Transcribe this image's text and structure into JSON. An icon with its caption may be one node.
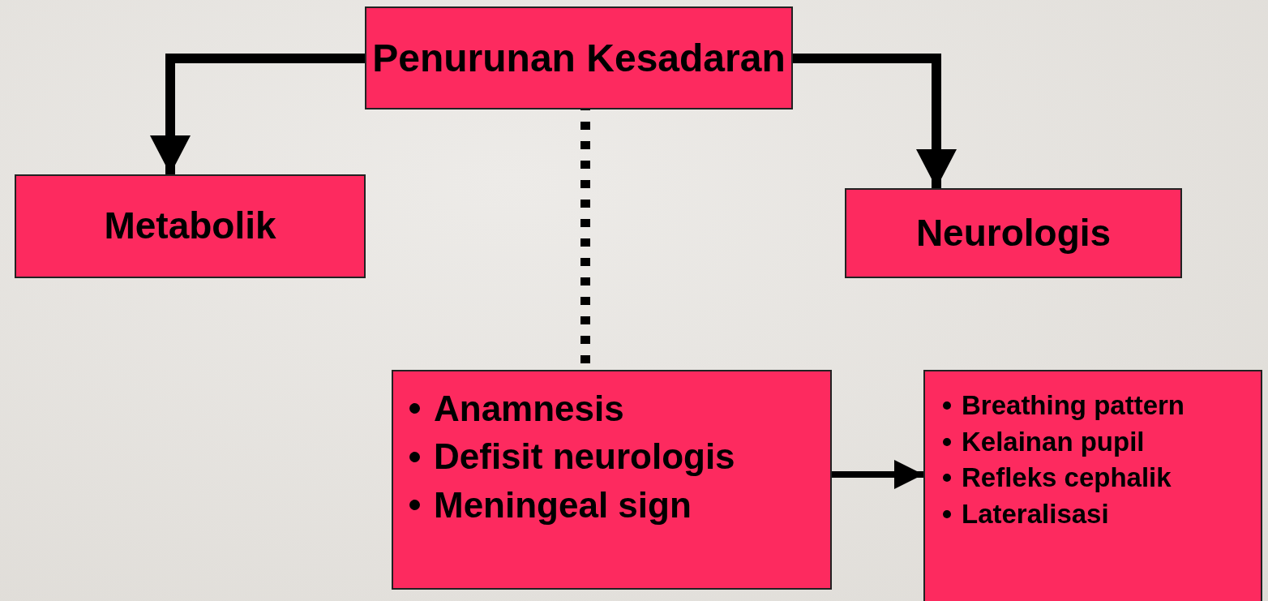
{
  "diagram": {
    "nodes": [
      {
        "text": [
          "Penurunan Kesadaran"
        ]
      },
      {
        "text": [
          "Metabolik"
        ]
      },
      {
        "text": [
          "Neurologis"
        ]
      },
      {
        "text": [
          "Anamnesis",
          "Defisit neurologis",
          "Meningeal sign"
        ]
      },
      {
        "text": [
          "Breathing pattern",
          "Kelainan pupil",
          "Refleks cephalik",
          "Lateralisasi"
        ]
      }
    ],
    "edges": [
      {
        "from": 0,
        "to": 1,
        "arrow": "to"
      },
      {
        "from": 0,
        "to": 2,
        "arrow": "to"
      },
      {
        "from": 0,
        "to": 3,
        "arrow": "none",
        "style": "dashed"
      },
      {
        "from": 3,
        "to": 4,
        "arrow": "to"
      }
    ]
  }
}
